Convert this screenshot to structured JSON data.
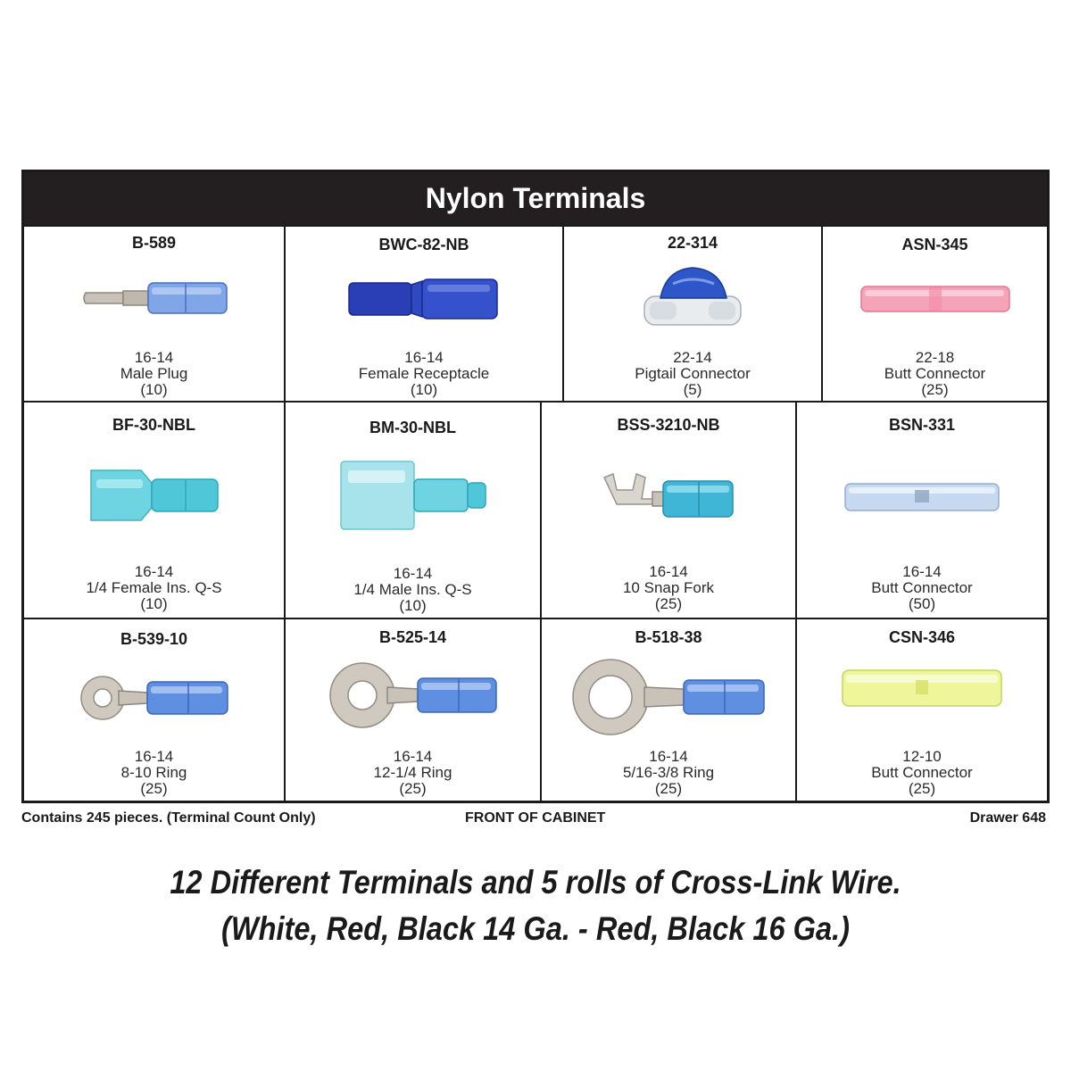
{
  "title": "Nylon Terminals",
  "colors": {
    "header_bg": "#231f20",
    "blue_insulator": "#3d6fd1",
    "dark_blue": "#2a3fb5",
    "pink": "#f5a4b8",
    "teal": "#4fc7d9",
    "light_blue": "#c7d9ef",
    "yellow": "#eef59a",
    "metal": "#c8c2b8"
  },
  "rows": [
    [
      {
        "part": "B-589",
        "gauge": "16-14",
        "name": "Male Plug",
        "qty": "(10)",
        "icon": "male-plug-icon"
      },
      {
        "part": "BWC-82-NB",
        "gauge": "16-14",
        "name": "Female Receptacle",
        "qty": "(10)",
        "icon": "female-receptacle-icon"
      },
      {
        "part": "22-314",
        "gauge": "22-14",
        "name": "Pigtail Connector",
        "qty": "(5)",
        "icon": "pigtail-connector-icon"
      },
      {
        "part": "ASN-345",
        "gauge": "22-18",
        "name": "Butt Connector",
        "qty": "(25)",
        "icon": "butt-connector-icon"
      }
    ],
    [
      {
        "part": "BF-30-NBL",
        "gauge": "16-14",
        "name": "1/4 Female Ins. Q-S",
        "qty": "(10)",
        "icon": "female-quick-slide-icon"
      },
      {
        "part": "BM-30-NBL",
        "gauge": "16-14",
        "name": "1/4 Male Ins. Q-S",
        "qty": "(10)",
        "icon": "male-quick-slide-icon"
      },
      {
        "part": "BSS-3210-NB",
        "gauge": "16-14",
        "name": "10 Snap Fork",
        "qty": "(25)",
        "icon": "snap-fork-icon"
      },
      {
        "part": "BSN-331",
        "gauge": "16-14",
        "name": "Butt Connector",
        "qty": "(50)",
        "icon": "butt-connector-icon"
      }
    ],
    [
      {
        "part": "B-539-10",
        "gauge": "16-14",
        "name": "8-10 Ring",
        "qty": "(25)",
        "icon": "ring-terminal-icon"
      },
      {
        "part": "B-525-14",
        "gauge": "16-14",
        "name": "12-1/4 Ring",
        "qty": "(25)",
        "icon": "ring-terminal-icon"
      },
      {
        "part": "B-518-38",
        "gauge": "16-14",
        "name": "5/16-3/8 Ring",
        "qty": "(25)",
        "icon": "ring-terminal-icon"
      },
      {
        "part": "CSN-346",
        "gauge": "12-10",
        "name": "Butt Connector",
        "qty": "(25)",
        "icon": "butt-connector-icon"
      }
    ]
  ],
  "footer": {
    "left": "Contains 245 pieces. (Terminal Count Only)",
    "center": "FRONT OF CABINET",
    "right": "Drawer 648"
  },
  "promo": {
    "line1": "12 Different Terminals and 5 rolls of Cross-Link Wire.",
    "line2": "(White, Red, Black 14 Ga. - Red, Black 16 Ga.)"
  }
}
